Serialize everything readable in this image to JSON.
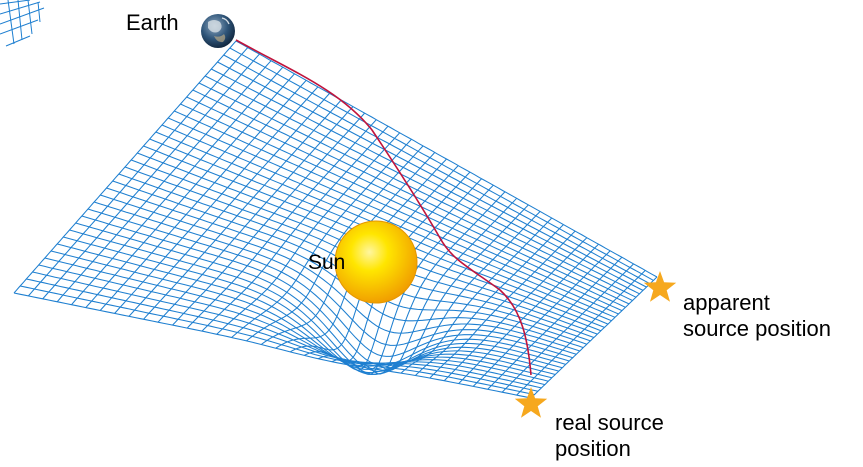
{
  "labels": {
    "earth": "Earth",
    "sun": "Sun",
    "apparent": [
      "apparent",
      "source position"
    ],
    "real": [
      "real source",
      "position"
    ]
  },
  "colors": {
    "grid": "#1e7fd0",
    "light_path": "#c0143c",
    "star": "#f6a81e",
    "sun_core": "#ffe600",
    "sun_edge": "#f0a000",
    "earth_ocean": "#2a4f7a",
    "background": "#ffffff"
  },
  "icons": {
    "earth": "earth-globe-icon",
    "apparent_star": "star-icon",
    "real_star": "star-icon"
  }
}
